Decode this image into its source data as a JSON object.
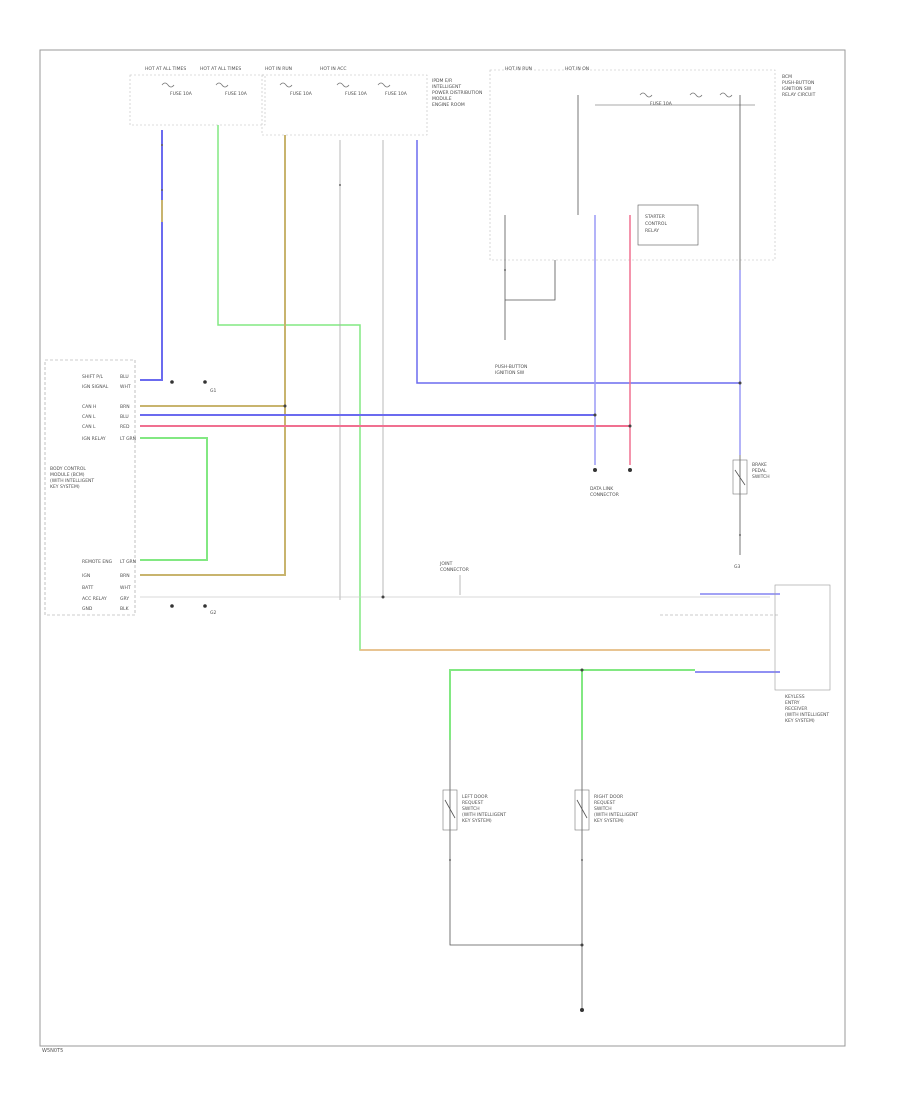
{
  "figure_code": "W5N0T5",
  "relay_box_label": [
    "BCM",
    "PUSH-BUTTON",
    "IGNITION SW",
    "RELAY CIRCUIT"
  ],
  "top_fuses": [
    {
      "label": "HOT AT ALL TIMES",
      "fuse": "FUSE 10A"
    },
    {
      "label": "HOT AT ALL TIMES",
      "fuse": "FUSE 10A"
    },
    {
      "label": "HOT IN RUN",
      "fuse": "FUSE 10A"
    },
    {
      "label": "HOT IN ACC",
      "fuse": "FUSE 10A"
    },
    {
      "label": "HOT IN RUN",
      "fuse": "FUSE 10A"
    },
    {
      "label": "HOT IN ON",
      "fuse": "FUSE 10A"
    }
  ],
  "ipdm_label": [
    "IPDM E/R",
    "INTELLIGENT",
    "POWER DISTRIBUTION",
    "MODULE",
    "ENGINE ROOM"
  ],
  "bcm_label": [
    "BODY CONTROL",
    "MODULE (BCM)",
    "(WITH INTELLIGENT",
    "KEY SYSTEM)"
  ],
  "bcm_pins_top": [
    {
      "pin": "SHIFT P/L",
      "wire": "BLU"
    },
    {
      "pin": "IGN SIGNAL",
      "wire": "WHT"
    },
    {
      "pin": "CAN H",
      "wire": "BRN"
    },
    {
      "pin": "CAN L",
      "wire": "BLU"
    },
    {
      "pin": "CAN L",
      "wire": "RED"
    },
    {
      "pin": "IGN RELAY",
      "wire": "LT GRN"
    }
  ],
  "bcm_pins_bottom": [
    {
      "pin": "REMOTE ENG",
      "wire": "LT GRN"
    },
    {
      "pin": "IGN",
      "wire": "BRN"
    },
    {
      "pin": "BATT",
      "wire": "WHT"
    },
    {
      "pin": "ACC RELAY",
      "wire": "GRY"
    },
    {
      "pin": "GND",
      "wire": "BLK"
    }
  ],
  "data_link_label": [
    "DATA LINK",
    "CONNECTOR"
  ],
  "ground_labels": [
    "G1",
    "G2",
    "G3"
  ],
  "stop_lamp_label": [
    "BRAKE",
    "PEDAL",
    "SWITCH"
  ],
  "push_switch_label": [
    "PUSH-BUTTON",
    "IGNITION SW"
  ],
  "starter_motor_label": [
    "STARTER",
    "CONTROL",
    "RELAY"
  ],
  "door_switch_left_label": [
    "LEFT DOOR",
    "REQUEST",
    "SWITCH",
    "(WITH INTELLIGENT",
    "KEY SYSTEM)"
  ],
  "door_switch_right_label": [
    "RIGHT DOOR",
    "REQUEST",
    "SWITCH",
    "(WITH INTELLIGENT",
    "KEY SYSTEM)"
  ],
  "right_module_label": [
    "KEYLESS",
    "ENTRY",
    "RECEIVER",
    "(WITH INTELLIGENT",
    "KEY SYSTEM)"
  ],
  "wire_colors": {
    "blue": "#6b6bef",
    "light_green": "#82e882",
    "tan": "#c8b46e",
    "red": "#f07090",
    "orange": "#f5b482",
    "gray": "#888888"
  },
  "junction_label": [
    "JOINT",
    "CONNECTOR"
  ]
}
